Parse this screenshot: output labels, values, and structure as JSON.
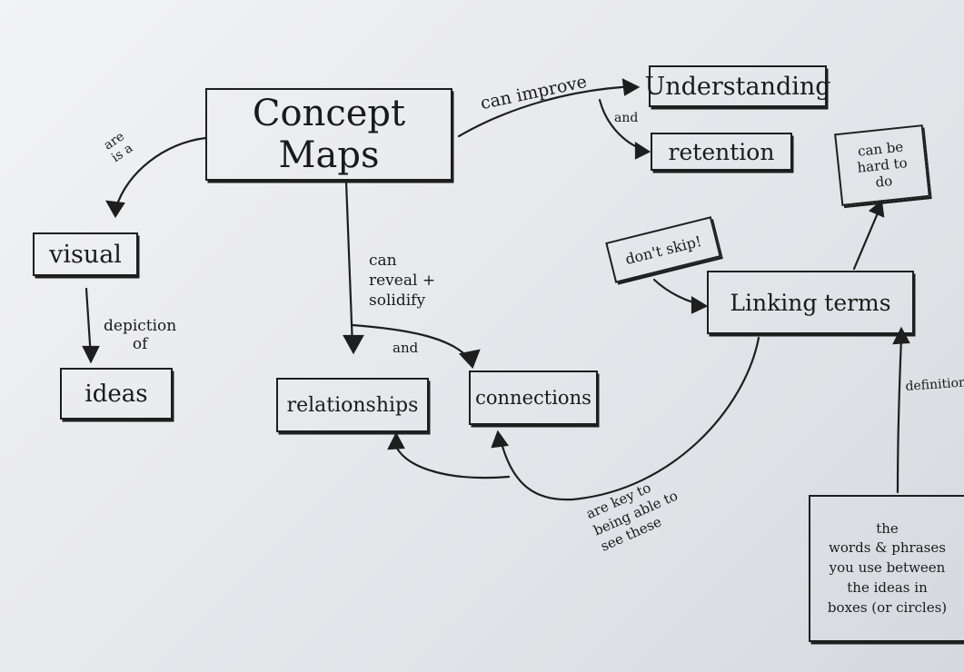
{
  "nodes": {
    "concept_maps": "Concept Maps",
    "understanding": "Understanding",
    "retention": "retention",
    "visual": "visual",
    "ideas": "ideas",
    "relationships": "relationships",
    "connections": "connections",
    "linking_terms": "Linking terms",
    "hard_to_do": [
      "can be",
      "hard to",
      "do"
    ],
    "dont_skip": "don't skip!",
    "definition": [
      "the",
      "words & phrases",
      "you use between",
      "the ideas in",
      "boxes (or circles)"
    ]
  },
  "links": {
    "can_improve": "can improve",
    "and_retention": "and",
    "is_a": [
      "are",
      "is a"
    ],
    "depiction_of": [
      "depiction",
      "of"
    ],
    "can_reveal": [
      "can",
      "reveal +",
      "solidify"
    ],
    "and_connections": "and",
    "are_key": [
      "are key to",
      "being able to",
      "see these"
    ],
    "definition": "definition"
  }
}
